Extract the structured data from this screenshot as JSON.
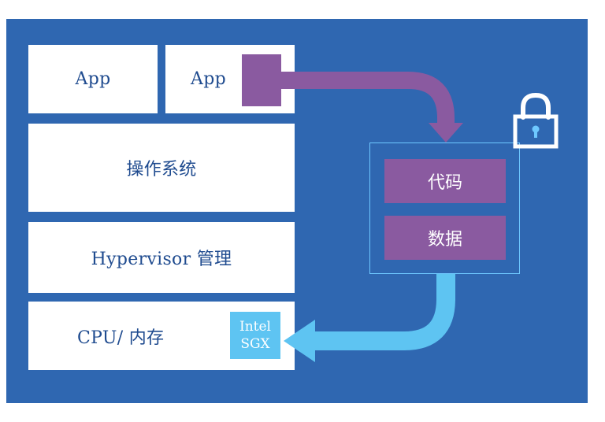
{
  "diagram": {
    "layers": {
      "app1": "App",
      "app2": "App",
      "os": "操作系统",
      "hypervisor": "Hypervisor 管理",
      "cpu": "CPU/ 内存"
    },
    "sgx_badge": {
      "line1": "Intel",
      "line2": "SGX"
    },
    "enclave": {
      "code": "代码",
      "data": "数据"
    },
    "icons": {
      "lock": "lock-icon"
    },
    "colors": {
      "panel": "#2f67b1",
      "layer": "#ffffff",
      "layer_text": "#1f4b8f",
      "purple": "#8a5aa0",
      "cyan": "#5ec4f2"
    }
  }
}
